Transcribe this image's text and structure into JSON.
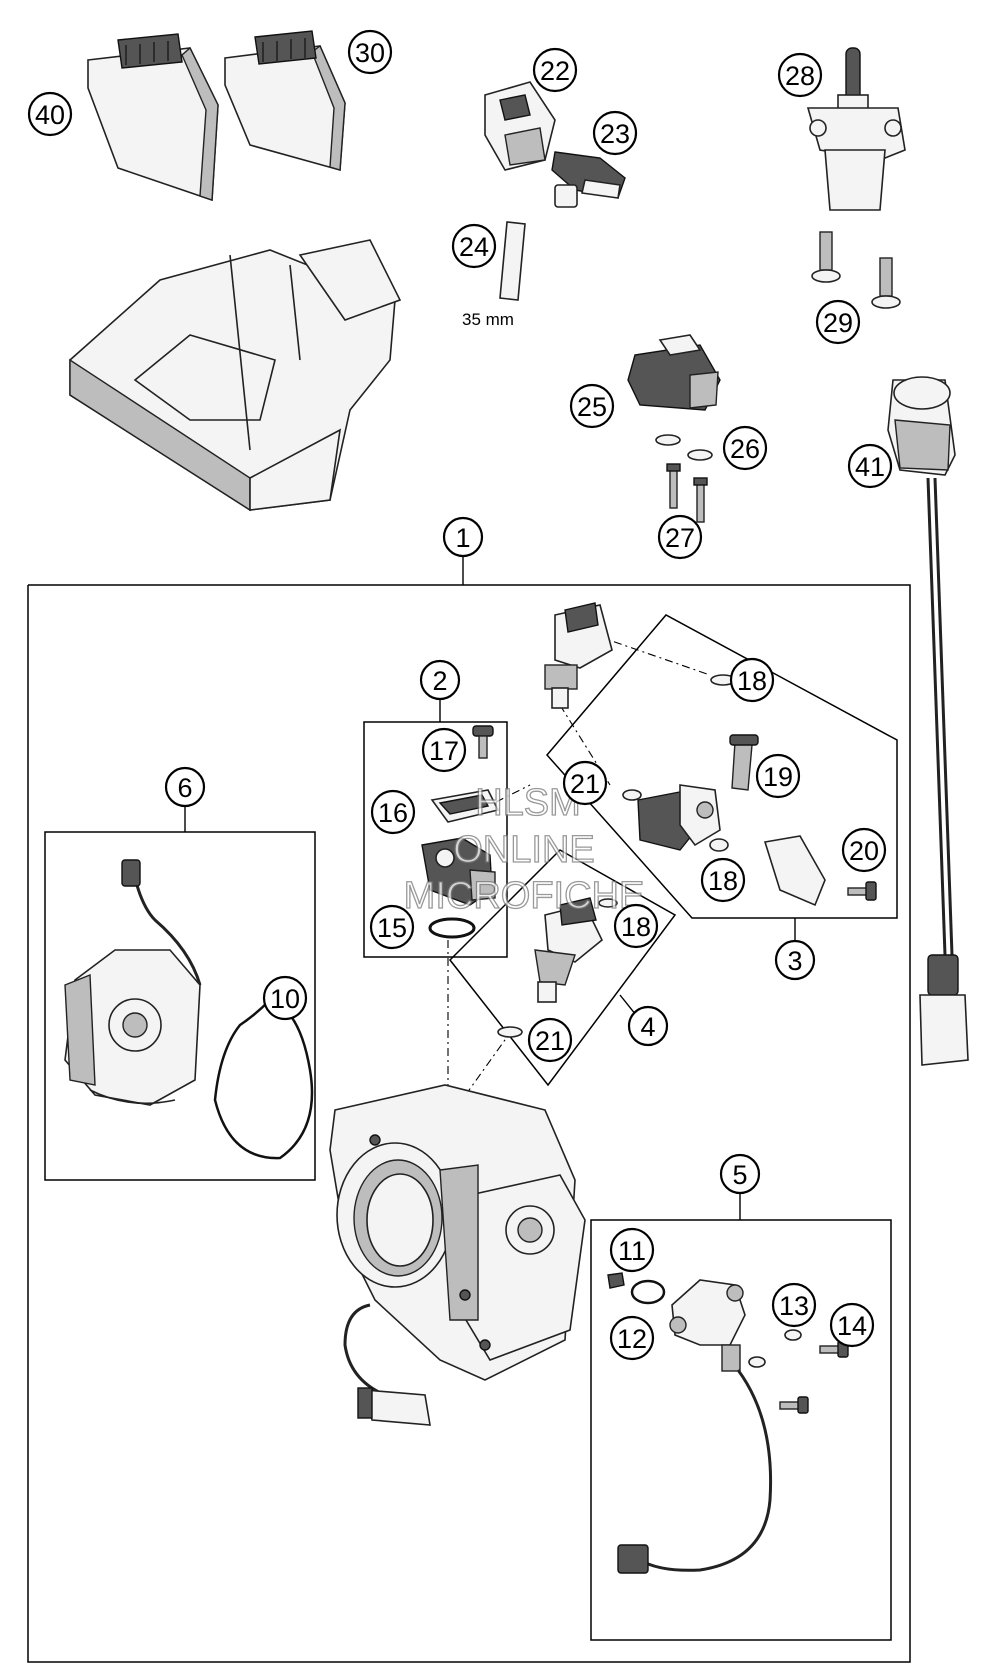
{
  "watermark": {
    "line1": "HLSM",
    "line2": "ONLINE",
    "line3": "MICROFICHE"
  },
  "dimension_label": "35 mm",
  "callouts": {
    "c1": "1",
    "c2": "2",
    "c3": "3",
    "c4": "4",
    "c5": "5",
    "c6": "6",
    "c10": "10",
    "c11": "11",
    "c12": "12",
    "c13": "13",
    "c14": "14",
    "c15": "15",
    "c16": "16",
    "c17": "17",
    "c18a": "18",
    "c18b": "18",
    "c18c": "18",
    "c19": "19",
    "c20": "20",
    "c21a": "21",
    "c21b": "21",
    "c22": "22",
    "c23": "23",
    "c24": "24",
    "c25": "25",
    "c26": "26",
    "c27": "27",
    "c28": "28",
    "c29": "29",
    "c30": "30",
    "c40": "40",
    "c41": "41"
  }
}
